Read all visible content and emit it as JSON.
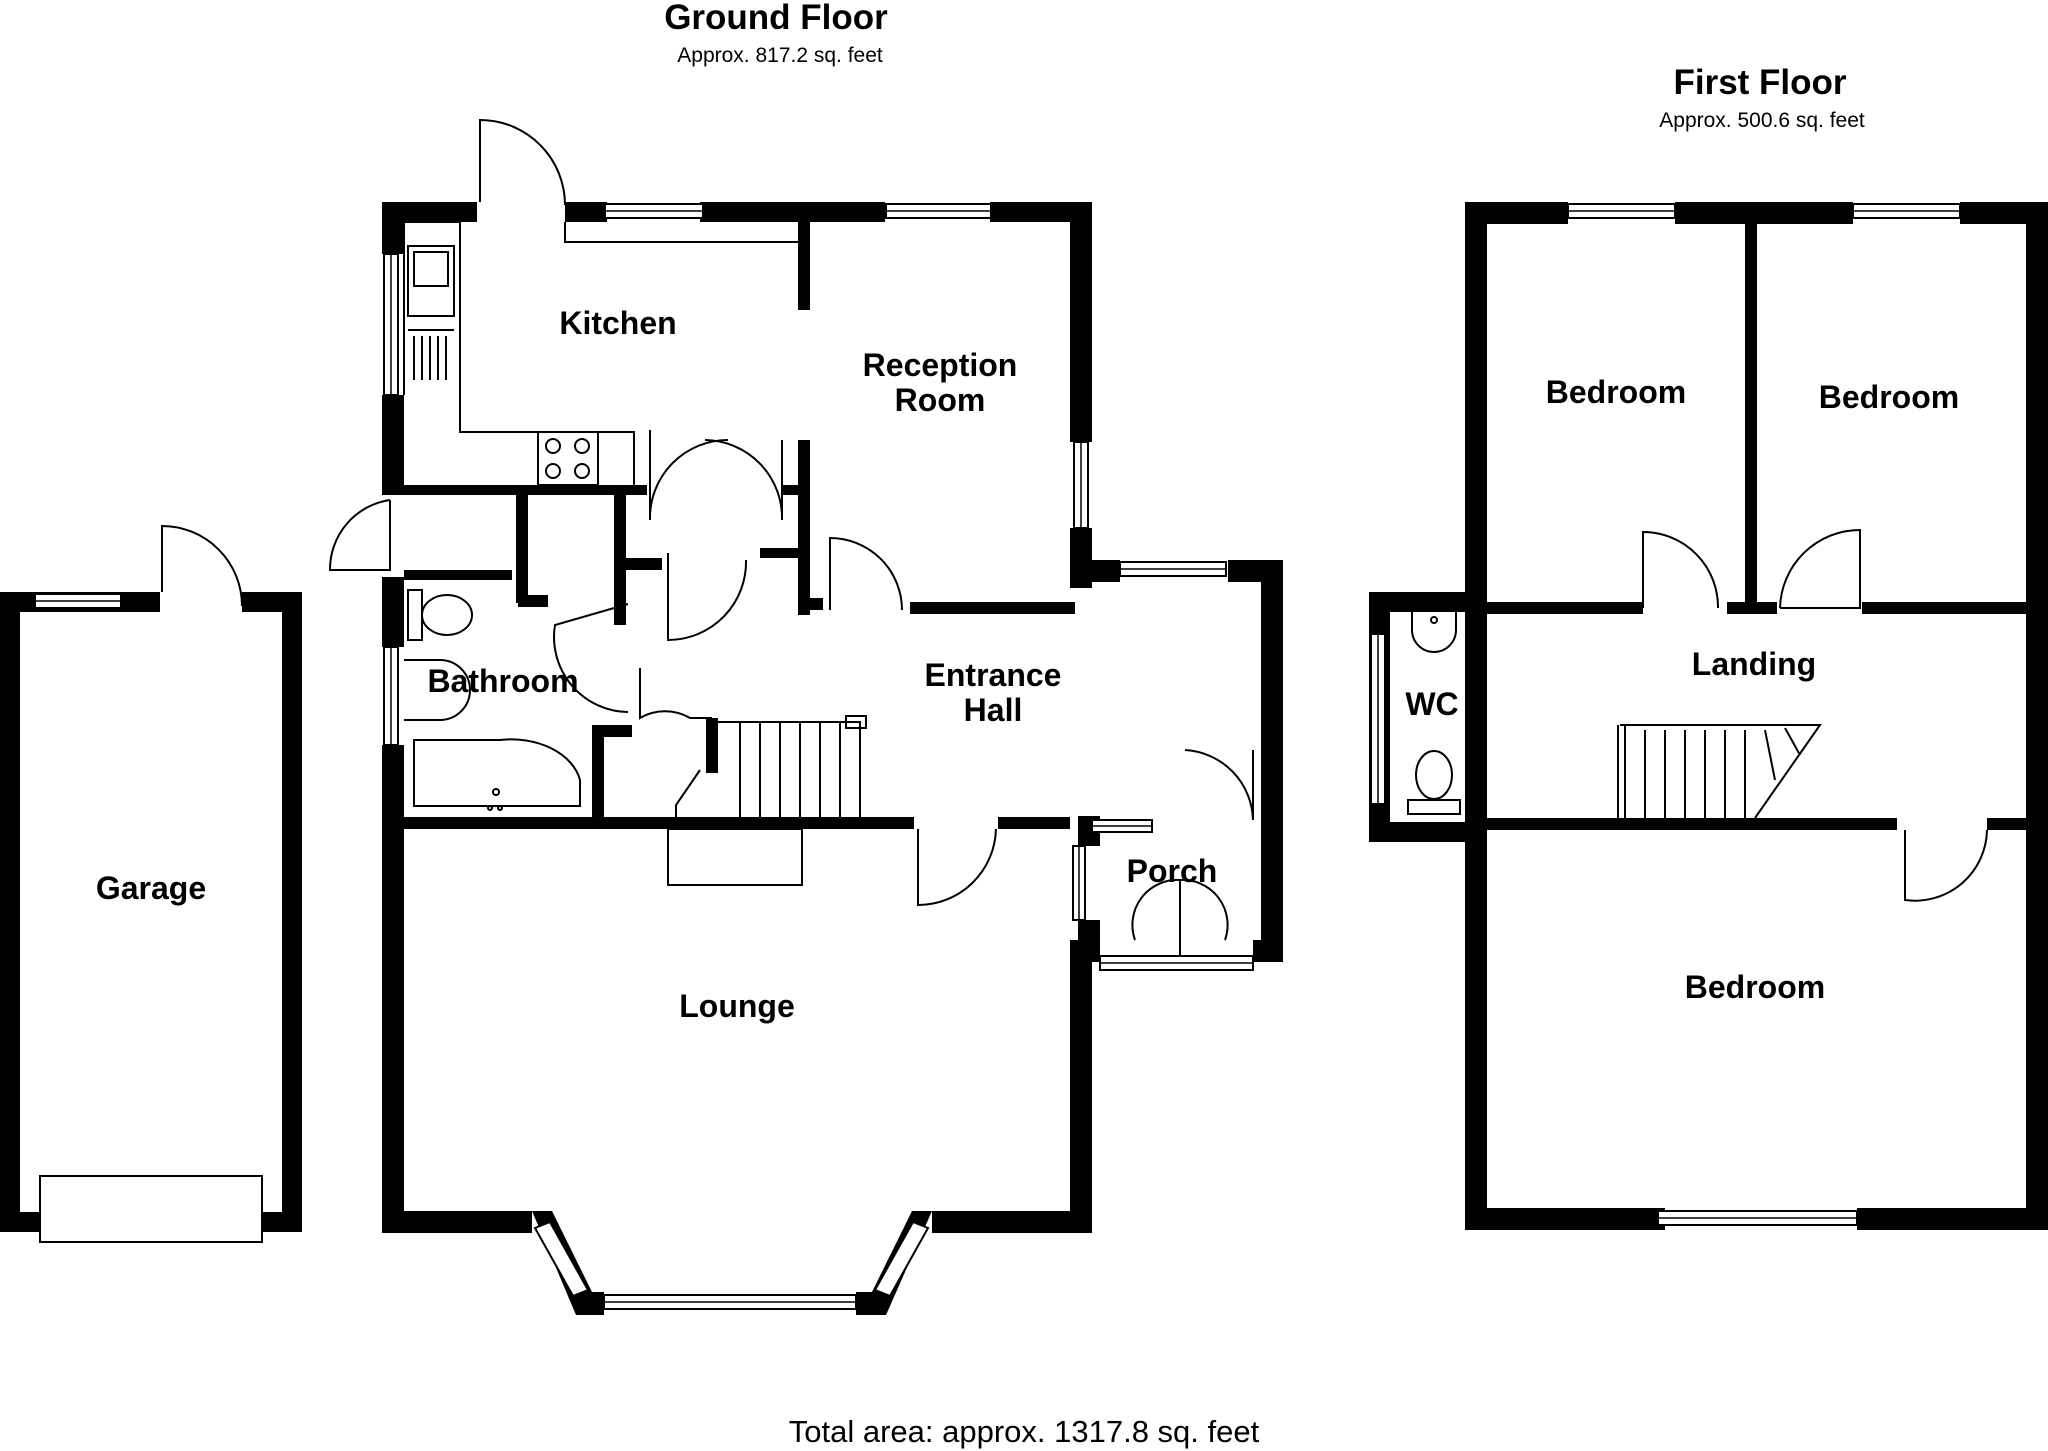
{
  "ground_floor": {
    "title": "Ground Floor",
    "area": "Approx. 817.2 sq. feet",
    "rooms": {
      "kitchen": "Kitchen",
      "reception_1": "Reception",
      "reception_2": "Room",
      "bathroom": "Bathroom",
      "entrance_1": "Entrance",
      "entrance_2": "Hall",
      "porch": "Porch",
      "lounge": "Lounge",
      "garage": "Garage"
    }
  },
  "first_floor": {
    "title": "First Floor",
    "area": "Approx. 500.6 sq. feet",
    "rooms": {
      "bedroom_left": "Bedroom",
      "bedroom_right": "Bedroom",
      "wc": "WC",
      "landing": "Landing",
      "bedroom_main": "Bedroom"
    }
  },
  "total_area": "Total area: approx. 1317.8 sq. feet",
  "colors": {
    "wall": "#000000",
    "background": "#ffffff"
  }
}
